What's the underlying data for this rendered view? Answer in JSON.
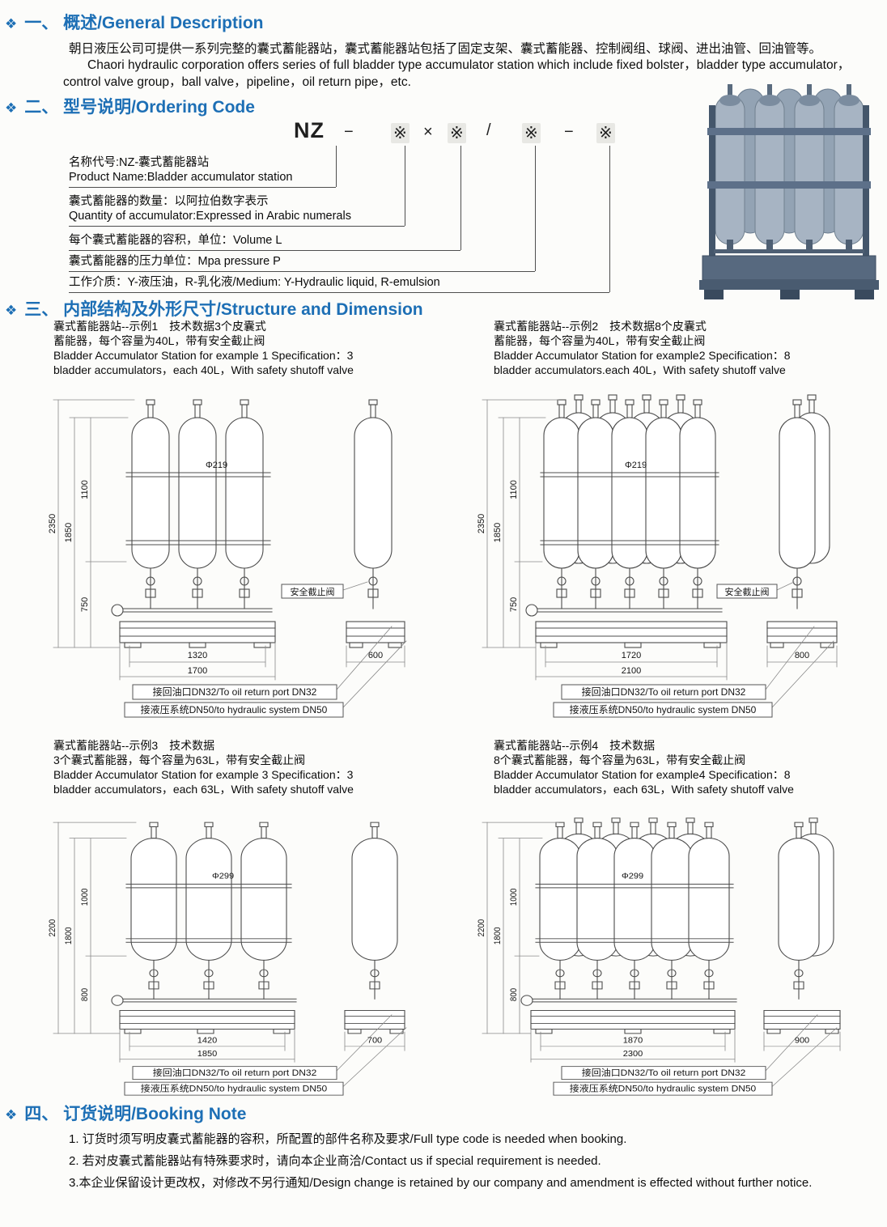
{
  "bullet": "❖",
  "s1": {
    "title": "一、 概述/General Description",
    "body_cn": "朝日液压公司可提供一系列完整的囊式蓄能器站，囊式蓄能器站包括了固定支架、囊式蓄能器、控制阀组、球阀、进出油管、回油管等。",
    "body_en": "Chaori hydraulic corporation offers series of full bladder type accumulator station which include fixed bolster，bladder type accumulator，control valve group，ball valve，pipeline，oil return pipe，etc."
  },
  "s2": {
    "title": "二、 型号说明/Ordering Code",
    "code": [
      "NZ",
      "−",
      "※",
      "×",
      "※",
      "/",
      "※",
      "−",
      "※"
    ],
    "legend": [
      {
        "cn": "名称代号:NZ-囊式蓄能器站",
        "en": "Product Name:Bladder accumulator station"
      },
      {
        "cn": "囊式蓄能器的数量：以阿拉伯数字表示",
        "en": "Quantity of accumulator:Expressed in Arabic numerals"
      },
      {
        "cn": "每个囊式蓄能器的容积，单位：Volume L",
        "en": ""
      },
      {
        "cn": "囊式蓄能器的压力单位：Mpa pressure P",
        "en": ""
      },
      {
        "cn": "工作介质：Y-液压油，R-乳化液/Medium: Y-Hydraulic liquid, R-emulsion",
        "en": ""
      }
    ]
  },
  "s3": {
    "title": "三、 内部结构及外形尺寸/Structure and Dimension",
    "examples": [
      {
        "cap1": "囊式蓄能器站--示例1　技术数据3个皮囊式",
        "cap2": "蓄能器，每个容量为40L，带有安全截止阀",
        "cap3": "Bladder Accumulator Station for example 1 Specification：3",
        "cap4": "bladder accumulators，each 40L，With safety shutoff valve",
        "dim_total": "2350",
        "dim_mid": "1850",
        "dim_upper": "1100",
        "dim_lower": "750",
        "dia": "Φ219",
        "valve_label": "安全截止阀",
        "width_inner": "1320",
        "width_outer": "1700",
        "side_width": "600",
        "port_return": "接回油口DN32/To oil return port DN32",
        "port_system": "接液压系统DN50/to hydraulic system DN50"
      },
      {
        "cap1": "囊式蓄能器站--示例2　技术数据8个皮囊式",
        "cap2": "蓄能器，每个容量为40L，带有安全截止阀",
        "cap3": "Bladder Accumulator Station for example2 Specification：8",
        "cap4": "bladder accumulators.each 40L，With safety shutoff valve",
        "dim_total": "2350",
        "dim_mid": "1850",
        "dim_upper": "1100",
        "dim_lower": "750",
        "dia": "Φ219",
        "valve_label": "安全截止阀",
        "width_inner": "1720",
        "width_outer": "2100",
        "side_width": "800",
        "port_return": "接回油口DN32/To oil return port DN32",
        "port_system": "接液压系统DN50/to hydraulic system DN50"
      },
      {
        "cap1": "囊式蓄能器站--示例3　技术数据",
        "cap2": "3个囊式蓄能器，每个容量为63L，带有安全截止阀",
        "cap3": "Bladder Accumulator Station for example 3 Specification：3",
        "cap4": "bladder accumulators，each 63L，With safety shutoff valve",
        "dim_total": "2200",
        "dim_mid": "1800",
        "dim_upper": "1000",
        "dim_lower": "800",
        "dia": "Φ299",
        "width_inner": "1420",
        "width_outer": "1850",
        "side_width": "700",
        "port_return": "接回油口DN32/To oil return port DN32",
        "port_system": "接液压系统DN50/to hydraulic system DN50"
      },
      {
        "cap1": "囊式蓄能器站--示例4　技术数据",
        "cap2": "8个囊式蓄能器，每个容量为63L，带有安全截止阀",
        "cap3": "Bladder Accumulator Station for example4 Specification：8",
        "cap4": "bladder accumulators，each 63L，With safety shutoff valve",
        "dim_total": "2200",
        "dim_mid": "1800",
        "dim_upper": "1000",
        "dim_lower": "800",
        "dia": "Φ299",
        "width_inner": "1870",
        "width_outer": "2300",
        "side_width": "900",
        "port_return": "接回油口DN32/To oil return port DN32",
        "port_system": "接液压系统DN50/to hydraulic system DN50"
      }
    ]
  },
  "s4": {
    "title": "四、 订货说明/Booking Note",
    "notes": [
      "1. 订货时须写明皮囊式蓄能器的容积，所配置的部件名称及要求/Full type code is needed when booking.",
      "2. 若对皮囊式蓄能器站有特殊要求时，请向本企业商洽/Contact us if special requirement is needed.",
      "3.本企业保留设计更改权，对修改不另行通知/Design change is retained by our company and amendment is effected without further notice."
    ]
  }
}
